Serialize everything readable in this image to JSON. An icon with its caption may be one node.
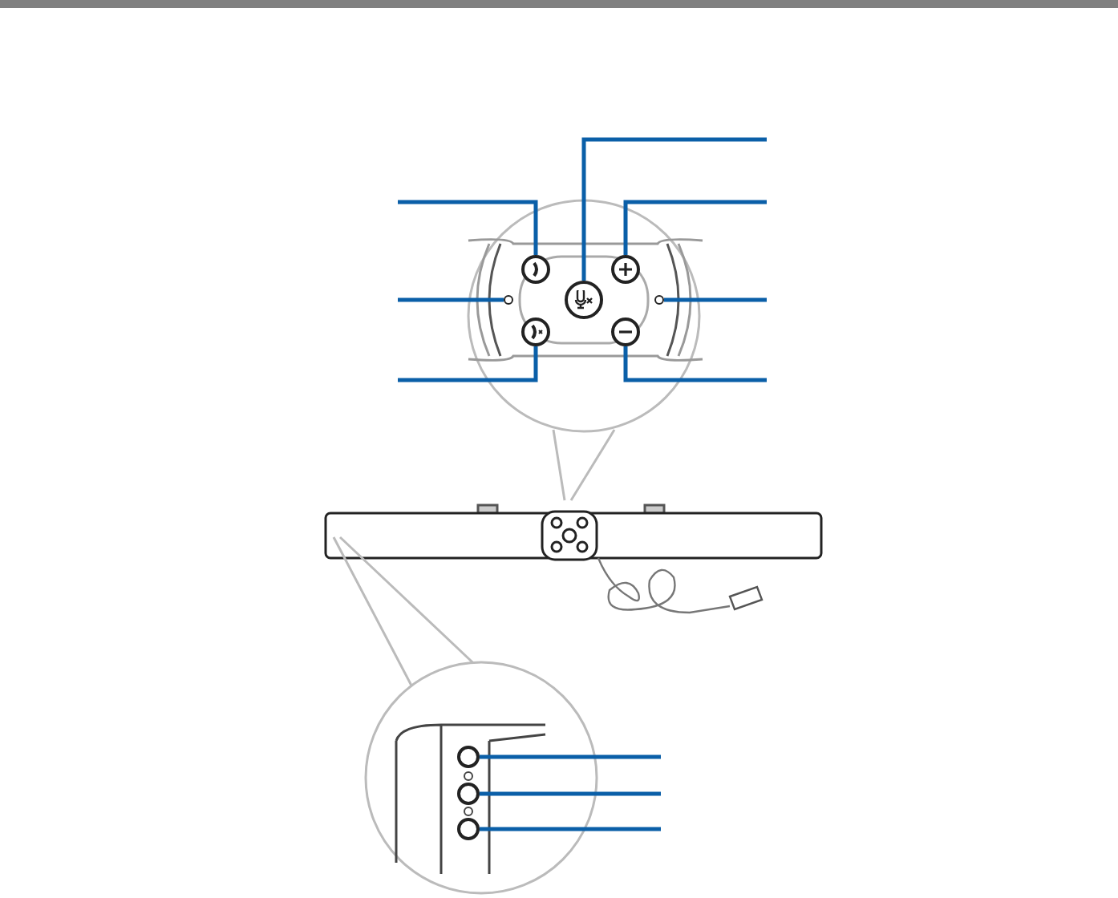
{
  "diagram": {
    "nodes": [
      {
        "text": [],
        "shape": "circle"
      },
      {
        "text": [],
        "shape": "circle"
      },
      {
        "text": [],
        "shape": "circle"
      },
      {
        "text": [],
        "shape": "circle"
      },
      {
        "text": [],
        "shape": "circle"
      },
      {
        "text": [],
        "shape": "circle"
      },
      {
        "text": [],
        "shape": "circle"
      },
      {
        "text": [],
        "shape": "circle"
      },
      {
        "text": [],
        "shape": "circle"
      },
      {
        "text": [],
        "shape": "circle"
      }
    ],
    "edges": [
      {
        "from": null,
        "to": 0,
        "arrow": "none"
      },
      {
        "from": null,
        "to": 1,
        "arrow": "none"
      },
      {
        "from": null,
        "to": 2,
        "arrow": "none"
      },
      {
        "from": null,
        "to": 3,
        "arrow": "none"
      },
      {
        "from": null,
        "to": 4,
        "arrow": "none"
      },
      {
        "from": null,
        "to": 5,
        "arrow": "none"
      },
      {
        "from": null,
        "to": 6,
        "arrow": "none"
      },
      {
        "from": null,
        "to": 7,
        "arrow": "none"
      },
      {
        "from": null,
        "to": 8,
        "arrow": "none"
      },
      {
        "from": null,
        "to": 9,
        "arrow": "none"
      }
    ]
  }
}
